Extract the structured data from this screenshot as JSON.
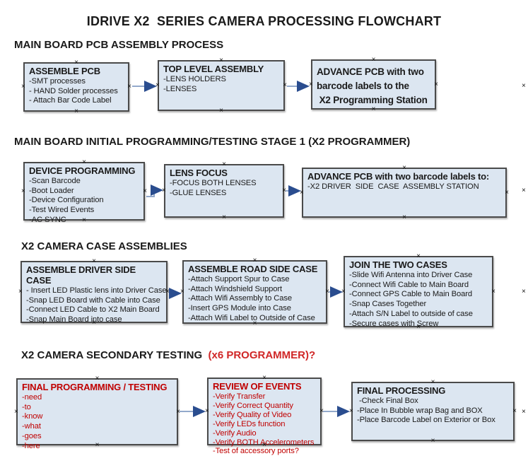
{
  "title": "IDRIVE X2  SERIES CAMERA PROCESSING FLOWCHART",
  "glyphs": {
    "handle": "×"
  },
  "colors": {
    "box_fill": "#dce6f1",
    "box_border": "#4a4a4a",
    "arrow_line": "#93a9cb",
    "arrow_head": "#2a4d8f",
    "red_text": "#c00000",
    "heading_accent_red": "#d02727"
  },
  "sections": [
    {
      "heading": "MAIN BOARD PCB ASSEMBLY PROCESS",
      "heading_accent": "",
      "boxes": [
        {
          "title": "ASSEMBLE PCB",
          "items": [
            "-SMT processes",
            "- HAND Solder processes",
            "- Attach Bar Code Label"
          ]
        },
        {
          "title": "TOP LEVEL ASSEMBLY",
          "items": [
            "-LENS HOLDERS",
            "-LENSES"
          ]
        },
        {
          "title": "ADVANCE PCB with two\nbarcode labels to the\n X2 Programming Station",
          "items": []
        }
      ]
    },
    {
      "heading": "MAIN BOARD INITIAL PROGRAMMING/TESTING STAGE 1 (X2 PROGRAMMER)",
      "heading_accent": "",
      "boxes": [
        {
          "title": "DEVICE PROGRAMMING",
          "items": [
            "-Scan Barcode",
            "-Boot Loader",
            "-Device Configuration",
            "-Test Wired Events",
            "-AC SYNC"
          ]
        },
        {
          "title": "LENS FOCUS",
          "items": [
            "-FOCUS BOTH LENSES",
            "-GLUE LENSES"
          ]
        },
        {
          "title": "ADVANCE PCB with two barcode labels to:",
          "items": [
            "-X2 DRIVER  SIDE  CASE  ASSEMBLY STATION"
          ]
        }
      ]
    },
    {
      "heading": "X2 CAMERA CASE ASSEMBLIES",
      "heading_accent": "",
      "boxes": [
        {
          "title": "ASSEMBLE DRIVER SIDE CASE",
          "items": [
            "- Insert LED Plastic lens into Driver Case",
            "-Snap LED Board with Cable into Case",
            "-Connect LED Cable to X2 Main Board",
            "-Snap Main Board into case"
          ]
        },
        {
          "title": "ASSEMBLE ROAD SIDE CASE",
          "items": [
            "-Attach Support Spur to Case",
            "-Attach Windshield Support",
            "-Attach Wifi Assembly to Case",
            "-Insert GPS Module into Case",
            "-Attach Wifi Label to Outside of Case"
          ]
        },
        {
          "title": "JOIN THE TWO CASES",
          "items": [
            "-Slide Wifi Antenna into Driver Case",
            "-Connect Wifi Cable to Main Board",
            "-Connect GPS Cable to Main Board",
            "-Snap Cases Together",
            "-Attach S/N Label to outside of case",
            "-Secure cases with Screw"
          ]
        }
      ]
    },
    {
      "heading": "X2 CAMERA SECONDARY TESTING  ",
      "heading_accent": "(x6 PROGRAMMER)?",
      "boxes": [
        {
          "title": "FINAL PROGRAMMING / TESTING",
          "items": [
            "-need",
            "-to",
            "-know",
            "-what",
            "-goes",
            "-here"
          ]
        },
        {
          "title": "REVIEW OF EVENTS",
          "items": [
            "-Verify Transfer",
            "-Verify Correct Quantity",
            "-Verify Quality of Video",
            "-Verify LEDs function",
            "-Verify Audio",
            "-Verify BOTH Accelerometers",
            "-Test of accessory ports?"
          ]
        },
        {
          "title": "FINAL PROCESSING",
          "items": [
            " -Check Final Box",
            "-Place In Bubble wrap Bag and BOX",
            "-Place Barcode Label on Exterior or Box"
          ]
        }
      ]
    }
  ]
}
